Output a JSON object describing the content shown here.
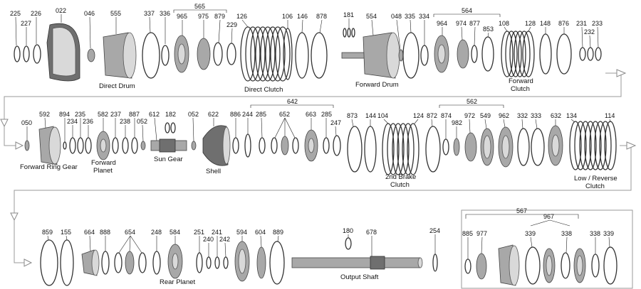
{
  "labels": {
    "row1": [
      "225",
      "227",
      "226",
      "022",
      "046",
      "555",
      "337",
      "336",
      "965",
      "975",
      "879",
      "229",
      "126",
      "106",
      "146",
      "878",
      "181",
      "554",
      "048",
      "335",
      "334",
      "964",
      "974",
      "877",
      "853",
      "108",
      "128",
      "148",
      "876",
      "231",
      "232",
      "233"
    ],
    "bracket_565": "565",
    "bracket_564": "564",
    "row2": [
      "050",
      "592",
      "894",
      "234",
      "235",
      "236",
      "582",
      "237",
      "238",
      "887",
      "052",
      "612",
      "182",
      "052",
      "622",
      "886",
      "244",
      "285",
      "652",
      "663",
      "285",
      "247",
      "873",
      "144",
      "104",
      "124",
      "872",
      "874",
      "982",
      "972",
      "549",
      "962",
      "332",
      "333",
      "632",
      "134",
      "114"
    ],
    "bracket_642": "642",
    "bracket_562": "562",
    "row3": [
      "859",
      "155",
      "664",
      "888",
      "654",
      "248",
      "584",
      "251",
      "240",
      "241",
      "242",
      "594",
      "604",
      "889",
      "180",
      "678",
      "254",
      "885",
      "977",
      "339",
      "338",
      "338",
      "339"
    ],
    "bracket_567": "567",
    "bracket_967": "967"
  },
  "names": {
    "direct_drum": "Direct Drum",
    "direct_clutch": "Direct Clutch",
    "forward_drum": "Forward Drum",
    "forward_clutch": "Forward Clutch",
    "forward_clutch_l1": "Forward",
    "forward_clutch_l2": "Clutch",
    "forward_ring_gear": "Forward Ring Gear",
    "forward_planet_l1": "Forward",
    "forward_planet_l2": "Planet",
    "sun_gear": "Sun Gear",
    "shell": "Shell",
    "second_brake_l1": "2nd Brake",
    "second_brake_l2": "Clutch",
    "low_reverse_l1": "Low / Reverse",
    "low_reverse_l2": "Clutch",
    "rear_planet": "Rear Planet",
    "output_shaft": "Output Shaft"
  }
}
